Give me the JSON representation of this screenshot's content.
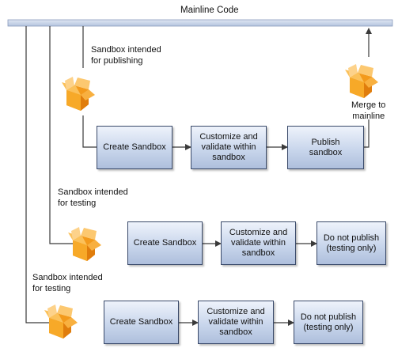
{
  "title": "Mainline Code",
  "colors": {
    "mainline": "#c6d3e6",
    "line": "#3a3a3a",
    "box_fill": "#c9d6ec",
    "box_border": "#3a4a6a",
    "sandbox_icon": "#f39a1c"
  },
  "icon": "sandbox-box-icon",
  "rows": [
    {
      "label": "Sandbox intended\nfor publishing",
      "steps": [
        "Create Sandbox",
        "Customize and\nvalidate within\nsandbox",
        "Publish\nsandbox"
      ],
      "end_label": "Merge to\nmainline"
    },
    {
      "label": "Sandbox intended\nfor testing",
      "steps": [
        "Create Sandbox",
        "Customize and\nvalidate within\nsandbox",
        "Do not publish\n(testing only)"
      ]
    },
    {
      "label": "Sandbox intended\nfor testing",
      "steps": [
        "Create Sandbox",
        "Customize and\nvalidate within\nsandbox",
        "Do not publish\n(testing only)"
      ]
    }
  ]
}
